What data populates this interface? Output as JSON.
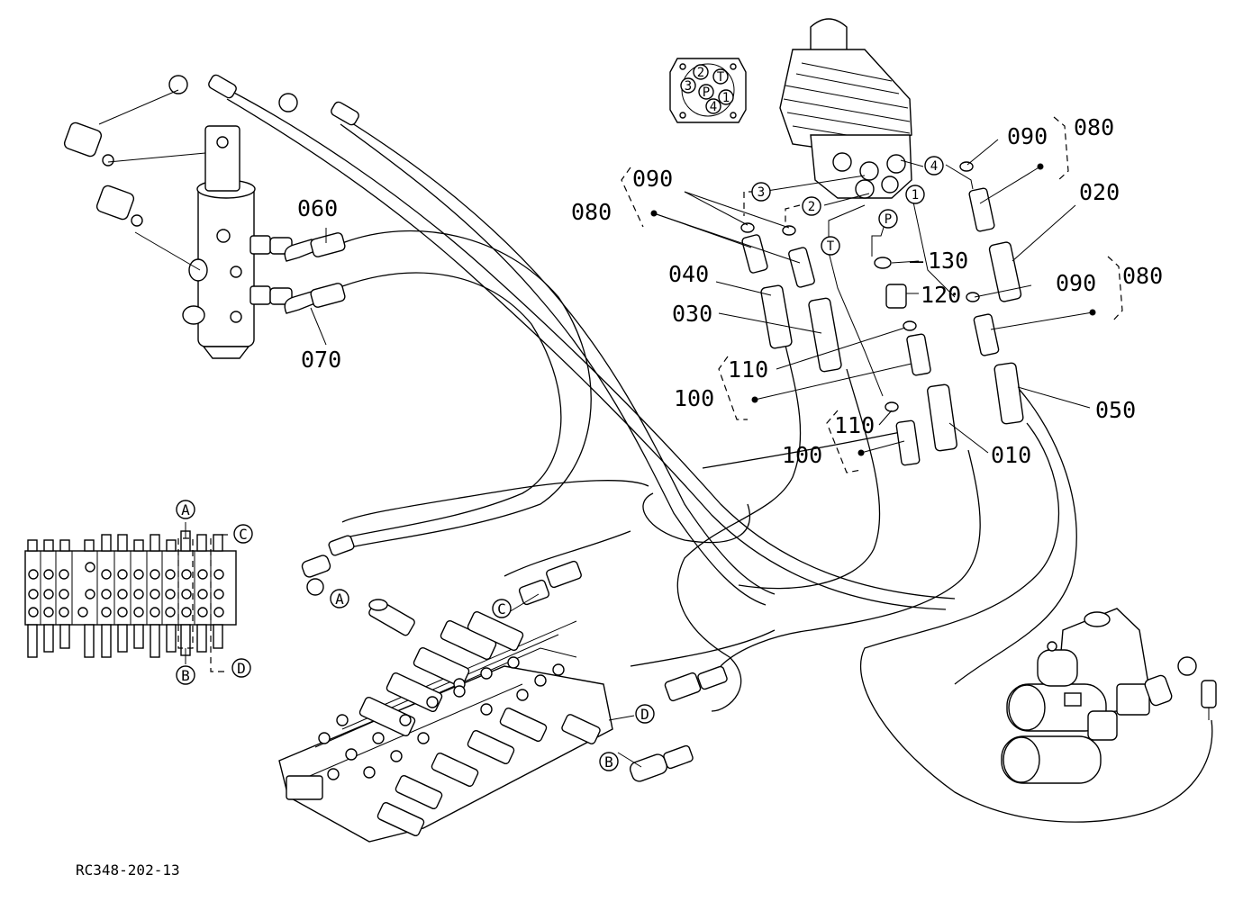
{
  "callouts": {
    "c010": "010",
    "c020": "020",
    "c030": "030",
    "c040": "040",
    "c050": "050",
    "c060": "060",
    "c070": "070",
    "c080a": "080",
    "c080b": "080",
    "c080c": "080",
    "c090a": "090",
    "c090b": "090",
    "c090c": "090",
    "c100a": "100",
    "c100b": "100",
    "c110a": "110",
    "c110b": "110",
    "c120": "120",
    "c130": "130"
  },
  "port_markers": {
    "p1": "1",
    "p2": "2",
    "p3": "3",
    "p4": "4",
    "pP": "P",
    "pT": "T"
  },
  "connector_face": {
    "t": "T",
    "two": "2",
    "three": "3",
    "p": "P",
    "four": "4",
    "one": "1"
  },
  "connection_markers": {
    "a_top": "A",
    "b_bottom": "B",
    "c_top": "C",
    "d_bottom": "D",
    "a_main": "A",
    "b_main": "B",
    "c_main": "C",
    "d_main": "D"
  },
  "drawing_ref": "RC348-202-13"
}
